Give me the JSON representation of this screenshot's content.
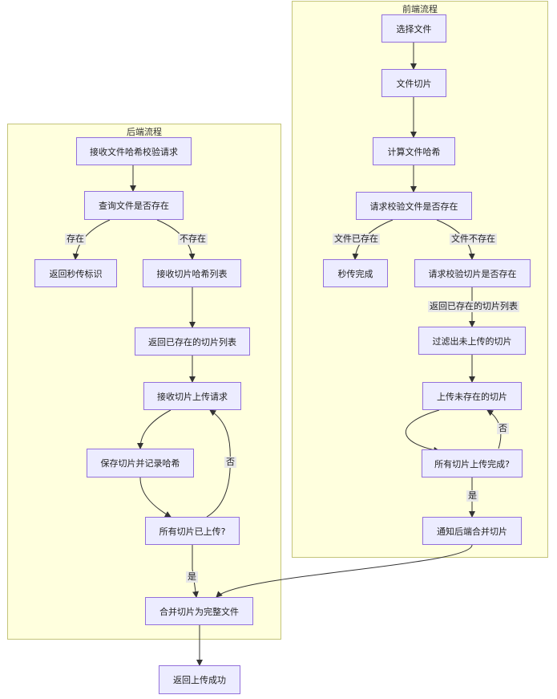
{
  "clusters": {
    "frontend": "前端流程",
    "backend": "后端流程"
  },
  "nodes": {
    "select_file": "选择文件",
    "slice_file": "文件切片",
    "compute_hash": "计算文件哈希",
    "request_check": "请求校验文件是否存在",
    "instant_done": "秒传完成",
    "request_chunk_check": "请求校验切片是否存在",
    "filter_chunks": "过滤出未上传的切片",
    "upload_missing": "上传未存在的切片",
    "all_uploaded_q": "所有切片上传完成?",
    "notify_merge": "通知后端合并切片",
    "recv_hash_check": "接收文件哈希校验请求",
    "query_exists": "查询文件是否存在",
    "return_instant": "返回秒传标识",
    "recv_chunk_list": "接收切片哈希列表",
    "return_existing": "返回已存在的切片列表",
    "recv_upload": "接收切片上传请求",
    "save_chunk": "保存切片并记录哈希",
    "all_chunks_q": "所有切片已上传?",
    "merge_file": "合并切片为完整文件",
    "return_success": "返回上传成功"
  },
  "edge_labels": {
    "file_exists": "文件已存在",
    "file_not_exists": "文件不存在",
    "return_existing_list": "返回已存在的切片列表",
    "front_no": "否",
    "front_yes": "是",
    "back_exists": "存在",
    "back_not_exists": "不存在",
    "back_no": "否",
    "back_yes": "是"
  },
  "colors": {
    "cluster_fill": "#ffffde",
    "cluster_border": "#c4c47a",
    "node_fill": "#ececff",
    "node_border": "#9370db",
    "edge": "#333333",
    "label_bg": "#e8e8e8"
  }
}
